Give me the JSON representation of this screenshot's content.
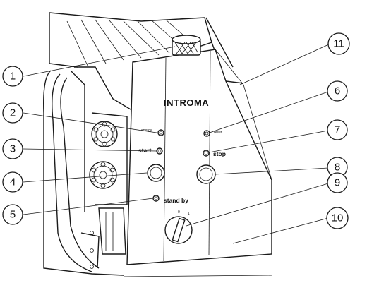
{
  "panel": {
    "brand": "INTROMA",
    "labels": {
      "energy": "energy",
      "start": "start",
      "stop": "stop",
      "standby": "stand by",
      "reset": "reset",
      "knob_off": "0",
      "knob_on": "1"
    }
  },
  "callouts": [
    "1",
    "2",
    "3",
    "4",
    "5",
    "6",
    "7",
    "8",
    "9",
    "10",
    "11"
  ]
}
